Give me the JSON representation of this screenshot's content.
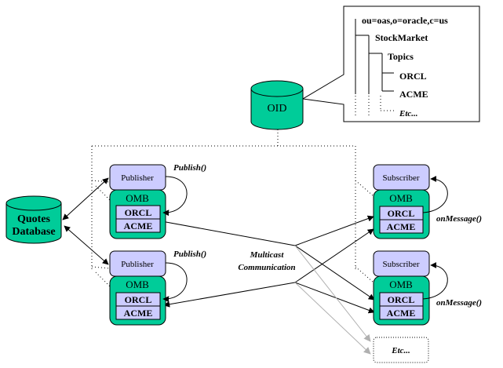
{
  "colors": {
    "green": "#00cc99",
    "lavender": "#ccccff",
    "stroke": "#000000",
    "gray_arrow": "#b0b0b0"
  },
  "oid": {
    "label": "OID"
  },
  "quotes_db": {
    "line1": "Quotes",
    "line2": "Database"
  },
  "directory_tree": {
    "root": "ou=oas,o=oracle,c=us",
    "level1": "StockMarket",
    "level2": "Topics",
    "leaves": [
      "ORCL",
      "ACME"
    ],
    "more": "Etc..."
  },
  "publishers": [
    {
      "label": "Publisher",
      "omb": "OMB",
      "topics": [
        "ORCL",
        "ACME"
      ],
      "action": "Publish()"
    },
    {
      "label": "Publisher",
      "omb": "OMB",
      "topics": [
        "ORCL",
        "ACME"
      ],
      "action": "Publish()"
    }
  ],
  "subscribers": [
    {
      "label": "Subscriber",
      "omb": "OMB",
      "topics": [
        "ORCL",
        "ACME"
      ],
      "action": "onMessage()"
    },
    {
      "label": "Subscriber",
      "omb": "OMB",
      "topics": [
        "ORCL",
        "ACME"
      ],
      "action": "onMessage()"
    }
  ],
  "multicast": {
    "line1": "Multicast",
    "line2": "Communication"
  },
  "etc_box": {
    "label": "Etc..."
  }
}
